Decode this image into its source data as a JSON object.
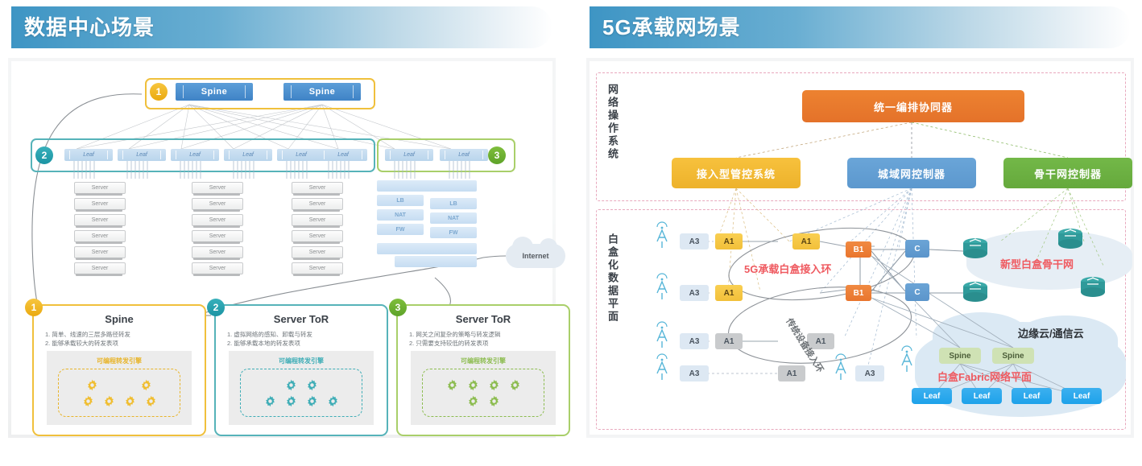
{
  "left_panel": {
    "header_title": "数据中心场景",
    "topology": {
      "spine_label": "Spine",
      "leaf_label": "Leaf",
      "server_label": "Server",
      "gateway_labels": [
        "LB",
        "NAT",
        "FW"
      ],
      "internet_label": "Internet",
      "group_badges": [
        "1",
        "2",
        "3"
      ]
    },
    "cards": [
      {
        "badge": "1",
        "title": "Spine",
        "lines": [
          "1. 简单、线速的三层多路径转发",
          "2. 能够承载较大的转发表项"
        ],
        "engine_title": "可编程转发引擎",
        "accent": "#e8b429",
        "gear_rows": [
          2,
          4
        ]
      },
      {
        "badge": "2",
        "title": "Server ToR",
        "lines": [
          "1. 虚拟网络的感知、卸载与转发",
          "2. 能够承载本地的转发表项"
        ],
        "engine_title": "可编程转发引擎",
        "accent": "#3eadb6",
        "gear_rows": [
          2,
          4
        ]
      },
      {
        "badge": "3",
        "title": "Server ToR",
        "lines": [
          "1. 网关之间复杂的策略与转发逻辑",
          "2. 只需要支持较低的转发表项"
        ],
        "engine_title": "可编程转发引擎",
        "accent": "#8cbc4f",
        "gear_rows": [
          4,
          2
        ]
      }
    ]
  },
  "right_panel": {
    "header_title": "5G承载网场景",
    "nos_section": {
      "side_label": "网络操作系统",
      "orchestrator": "统一编排协同器",
      "controllers": [
        "接入型管控系统",
        "城域网控制器",
        "骨干网控制器"
      ]
    },
    "data_plane": {
      "side_label": "白盒化数据平面",
      "annotations": {
        "access_ring": "5G承载白盒接入环",
        "legacy_ring": "传统设备接入环",
        "backbone": "新型白盒骨干网",
        "edge_cloud": "边缘云/通信云",
        "fabric": "白盒Fabric网络平面"
      },
      "nodes": {
        "a3": "A3",
        "a1": "A1",
        "b1": "B1",
        "c": "C",
        "spine": "Spine",
        "leaf": "Leaf"
      },
      "spines": [
        "Spine",
        "Spine"
      ],
      "leaves": [
        "Leaf",
        "Leaf",
        "Leaf",
        "Leaf"
      ]
    }
  },
  "colors": {
    "header_blue": "#3e95c4",
    "orange": "#ed8230",
    "yellow": "#f7c13d",
    "blue": "#6aa5d8",
    "green": "#73b848",
    "red_text": "#ef5a60",
    "dashed_pink": "#e8a8bd"
  }
}
